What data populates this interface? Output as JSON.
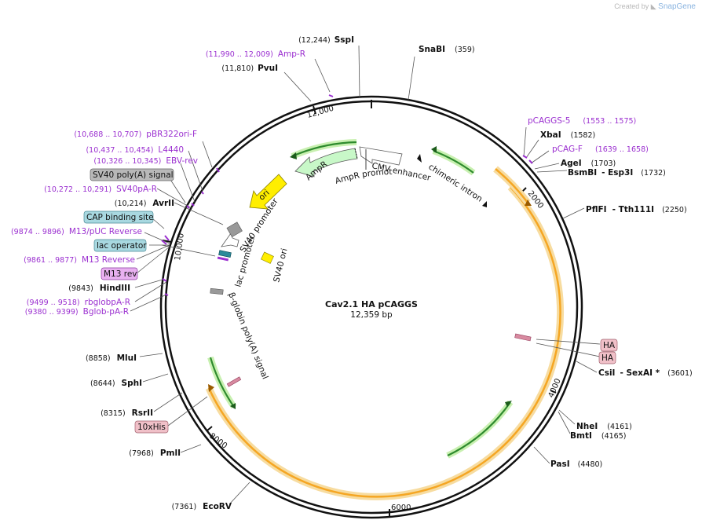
{
  "credit": {
    "prefix": "Created by",
    "brand": "SnapGene"
  },
  "plasmid": {
    "name": "Cav2.1 HA pCAGGS",
    "length_label": "12,359 bp",
    "length": 12359
  },
  "ticks": [
    "2000",
    "4000",
    "6000",
    "8000",
    "10,000",
    "12,000"
  ],
  "sites": [
    {
      "name": "SspI",
      "pos": "(12,244)"
    },
    {
      "name": "SnaBI",
      "pos": "(359)"
    },
    {
      "name": "PvuI",
      "pos": "(11,810)"
    },
    {
      "name": "XbaI",
      "pos": "(1582)"
    },
    {
      "name": "AgeI",
      "pos": "(1703)"
    },
    {
      "name": "BsmBI",
      "pos": "- Esp3I",
      "pos2": "(1732)"
    },
    {
      "name": "PflFI",
      "pos": "- Tth111I",
      "pos2": "(2250)"
    },
    {
      "name": "AvrII",
      "pos": "(10,214)"
    },
    {
      "name": "HindIII",
      "pos": "(9843)"
    },
    {
      "name": "CsiI",
      "pos": "- SexAI *",
      "pos2": "(3601)"
    },
    {
      "name": "NheI",
      "pos": "(4161)"
    },
    {
      "name": "BmtI",
      "pos": "(4165)"
    },
    {
      "name": "PasI",
      "pos": "(4480)"
    },
    {
      "name": "MluI",
      "pos": "(8858)"
    },
    {
      "name": "SphI",
      "pos": "(8644)"
    },
    {
      "name": "RsrII",
      "pos": "(8315)"
    },
    {
      "name": "PmlI",
      "pos": "(7968)"
    },
    {
      "name": "EcoRV",
      "pos": "(7361)"
    }
  ],
  "primers": [
    {
      "name": "Amp-R",
      "pos": "(11,990 .. 12,009)"
    },
    {
      "name": "pCAGGS-5",
      "pos": "(1553 .. 1575)"
    },
    {
      "name": "pCAG-F",
      "pos": "(1639 .. 1658)"
    },
    {
      "name": "pBR322ori-F",
      "pos": "(10,688 .. 10,707)"
    },
    {
      "name": "L4440",
      "pos": "(10,437 .. 10,454)"
    },
    {
      "name": "EBV-rev",
      "pos": "(10,326 .. 10,345)"
    },
    {
      "name": "SV40pA-R",
      "pos": "(10,272 .. 10,291)"
    },
    {
      "name": "M13/pUC Reverse",
      "pos": "(9874 .. 9896)"
    },
    {
      "name": "M13 Reverse",
      "pos": "(9861 .. 9877)"
    },
    {
      "name": "rbglobpA-R",
      "pos": "(9499 .. 9518)"
    },
    {
      "name": "Bglob-pA-R",
      "pos": "(9380 .. 9399)"
    }
  ],
  "boxed_features": [
    {
      "name": "SV40 poly(A) signal",
      "color": "#b8b8b8"
    },
    {
      "name": "CAP binding site",
      "color": "#a8d8e0"
    },
    {
      "name": "lac operator",
      "color": "#a8d8e0"
    },
    {
      "name": "M13 rev",
      "color": "#e8b0f0"
    },
    {
      "name": "HA",
      "color": "#f0c0c8"
    },
    {
      "name": "HA",
      "color": "#f0c0c8"
    },
    {
      "name": "10xHis",
      "color": "#f0c0c8"
    }
  ],
  "inner_features": [
    "AmpR",
    "AmpR promoter",
    "CMV enhancer",
    "chimeric intron",
    "ori",
    "SV40 promoter",
    "lac promoter",
    "SV40 ori",
    "β-globin poly(A) signal"
  ],
  "colors": {
    "backbone": "#111111",
    "primer": "#9b30d0",
    "orf": "#f5a623",
    "orf_glow": "#f7dca0",
    "green_feature": "#2e8b2e",
    "green_glow": "#c8f0b0",
    "ampr_fill": "#c8f8c8",
    "ori_fill": "#ffee00"
  }
}
